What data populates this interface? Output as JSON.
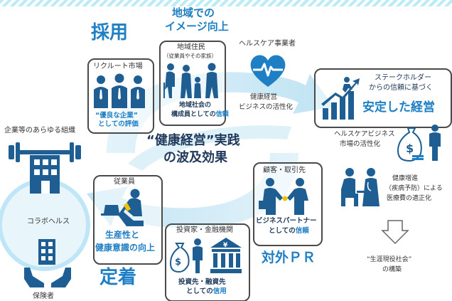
{
  "colors": {
    "primary": "#1f7fc4",
    "dark_navy": "#213a5c",
    "arrow_light": "#cfeaf6",
    "box_border": "#4a4a4a",
    "accent_yellow": "#f2c200"
  },
  "labels": {
    "top_title_line1": "地域での",
    "top_title_line2": "イメージ向上",
    "saiyo": "採用",
    "teichaku": "定着",
    "taigai_pr": "対外ＰＲ",
    "center_line1": "“健康経営”実践",
    "center_line2": "の波及効果",
    "recruit_market": "リクルート市場",
    "recruit_eval_line1": "“優良な企業”",
    "recruit_eval_line2": "としての評価",
    "residents_title": "地域住民",
    "residents_sub": "（従業員やその家族）",
    "residents_eval_line1": "地域社会の",
    "residents_eval_line2_prefix": "構成員としての",
    "residents_eval_line2_hl": "信頼",
    "healthcare_biz": "ヘルスケア事業者",
    "healthcare_active_line1": "健康経営",
    "healthcare_active_line2": "ビジネスの活性化",
    "stakeholder_line1": "ステークホルダー",
    "stakeholder_line2": "からの信頼に基づく",
    "stable_mgmt": "安定した経営",
    "market_active_line1": "ヘルスケアビジネス",
    "market_active_line2": "市場の活性化",
    "medical_line1": "健康増進",
    "medical_line2": "（疾病予防）による",
    "medical_line3": "医療費の適正化",
    "society_line1": "“生涯現役社会”",
    "society_line2": "の構築",
    "employee_title": "従業員",
    "employee_result_line1": "生産性と",
    "employee_result_line2": "健康意識の向上",
    "investor_title": "投資家・金融機関",
    "investor_eval_line1": "投資先・融資先",
    "investor_eval_line2_prefix": "としての",
    "investor_eval_line2_hl": "信用",
    "client_title": "顧客・取引先",
    "client_eval_line1": "ビジネスパートナー",
    "client_eval_line2_prefix": "としての",
    "client_eval_line2_hl": "信頼",
    "org_all": "企業等のあらゆる組織",
    "collabo": "コラボヘルス",
    "insurer": "保険者"
  }
}
